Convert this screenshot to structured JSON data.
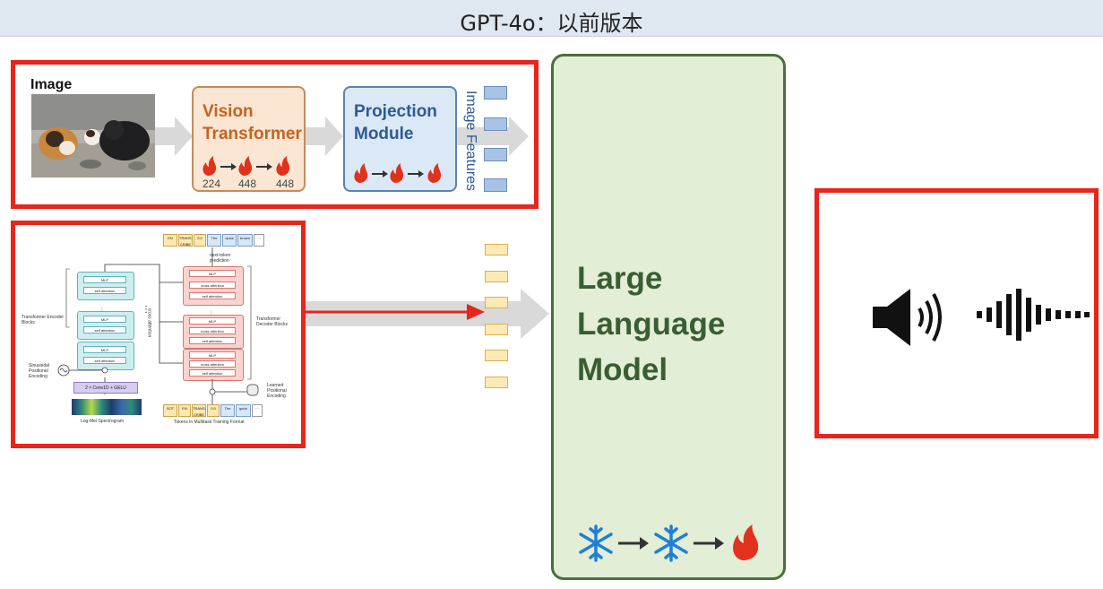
{
  "page_title": "GPT-4o：以前版本",
  "image_panel": {
    "image_label": "Image",
    "vision_transformer": {
      "line1": "Vision",
      "line2": "Transformer",
      "res1": "224",
      "res2": "448",
      "res3": "448"
    },
    "projection_module": {
      "line1": "Projection",
      "line2": "Module"
    },
    "features_label": "Image Features"
  },
  "audio_panel": {
    "encoder_label": "Transformer Encoder Blocks",
    "decoder_label": "Transformer Decoder Blocks",
    "positional_label": "Sinusoidal Positional Encoding",
    "learned_label": "Learned Positional Encoding",
    "conv_label": "2 × Conv1D + GELU",
    "spectrogram_label": "Log-Mel Spectrogram",
    "tokens_label": "Tokens in Multitask Training Format",
    "cross_attention_label": "cross attention",
    "next_token_label": "next-token prediction",
    "mlp": "MLP",
    "self_attention": "self attention",
    "cross_attention_block": "cross attention",
    "top_tokens": [
      "EN",
      "TRANS-CRIBE",
      "0.0",
      "The",
      "quick",
      "brown",
      "···"
    ],
    "bottom_tokens": [
      "SOT",
      "EN",
      "TRANS-CRIBE",
      "0.0",
      "The",
      "quick",
      "···"
    ]
  },
  "llm": {
    "line1": "Large",
    "line2": "Language",
    "line3": "Model"
  },
  "icons": {
    "fire": "fire-icon",
    "snowflake": "snowflake-icon",
    "speaker": "speaker-icon",
    "waveform": "waveform-icon"
  },
  "colors": {
    "red_frame": "#e8241b",
    "llm_fill": "#e2eed5",
    "vt_fill": "#fbe6d4",
    "pm_fill": "#dbe8f5"
  }
}
